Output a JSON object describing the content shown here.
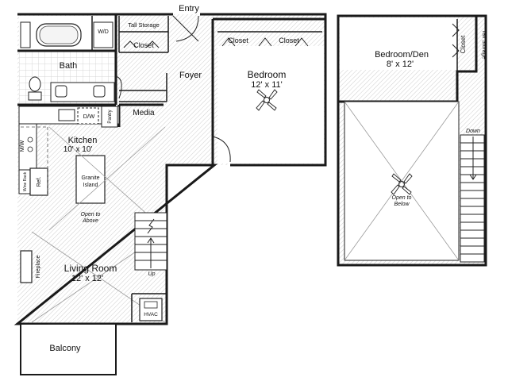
{
  "labels": {
    "entry": "Entry",
    "wd": "W/D",
    "tall_storage": "Tall Storage",
    "closet_top": "Closet",
    "bath": "Bath",
    "foyer": "Foyer",
    "media": "Media",
    "dw": "D/W",
    "pantry": "Pantry",
    "mw": "M/W",
    "kitchen": "Kitchen",
    "kitchen_dim": "10' x 10'",
    "wine_rack": "Wine Rack",
    "ref": "Ref.",
    "granite": "Granite",
    "island": "Island",
    "open_to": "Open to",
    "above": "Above",
    "fireplace": "Fireplace",
    "living_room": "Living Room",
    "living_dim": "12' x 12'",
    "up": "Up",
    "hvac": "HVAC",
    "balcony": "Balcony",
    "bed_closet_1": "Closet",
    "bed_closet_2": "Closet",
    "bedroom": "Bedroom",
    "bedroom_dim": "12' x 11'",
    "den": "Bedroom/Den",
    "den_dim": "8' x 12'",
    "den_closet": "Closet",
    "den_tall_storage": "Tall Storage",
    "down": "Down",
    "open_to_2": "Open to",
    "below": "Below"
  },
  "colors": {
    "wall": "#1a1a1a",
    "hatch": "#b8b8b8",
    "tile": "#c9c9c9"
  }
}
